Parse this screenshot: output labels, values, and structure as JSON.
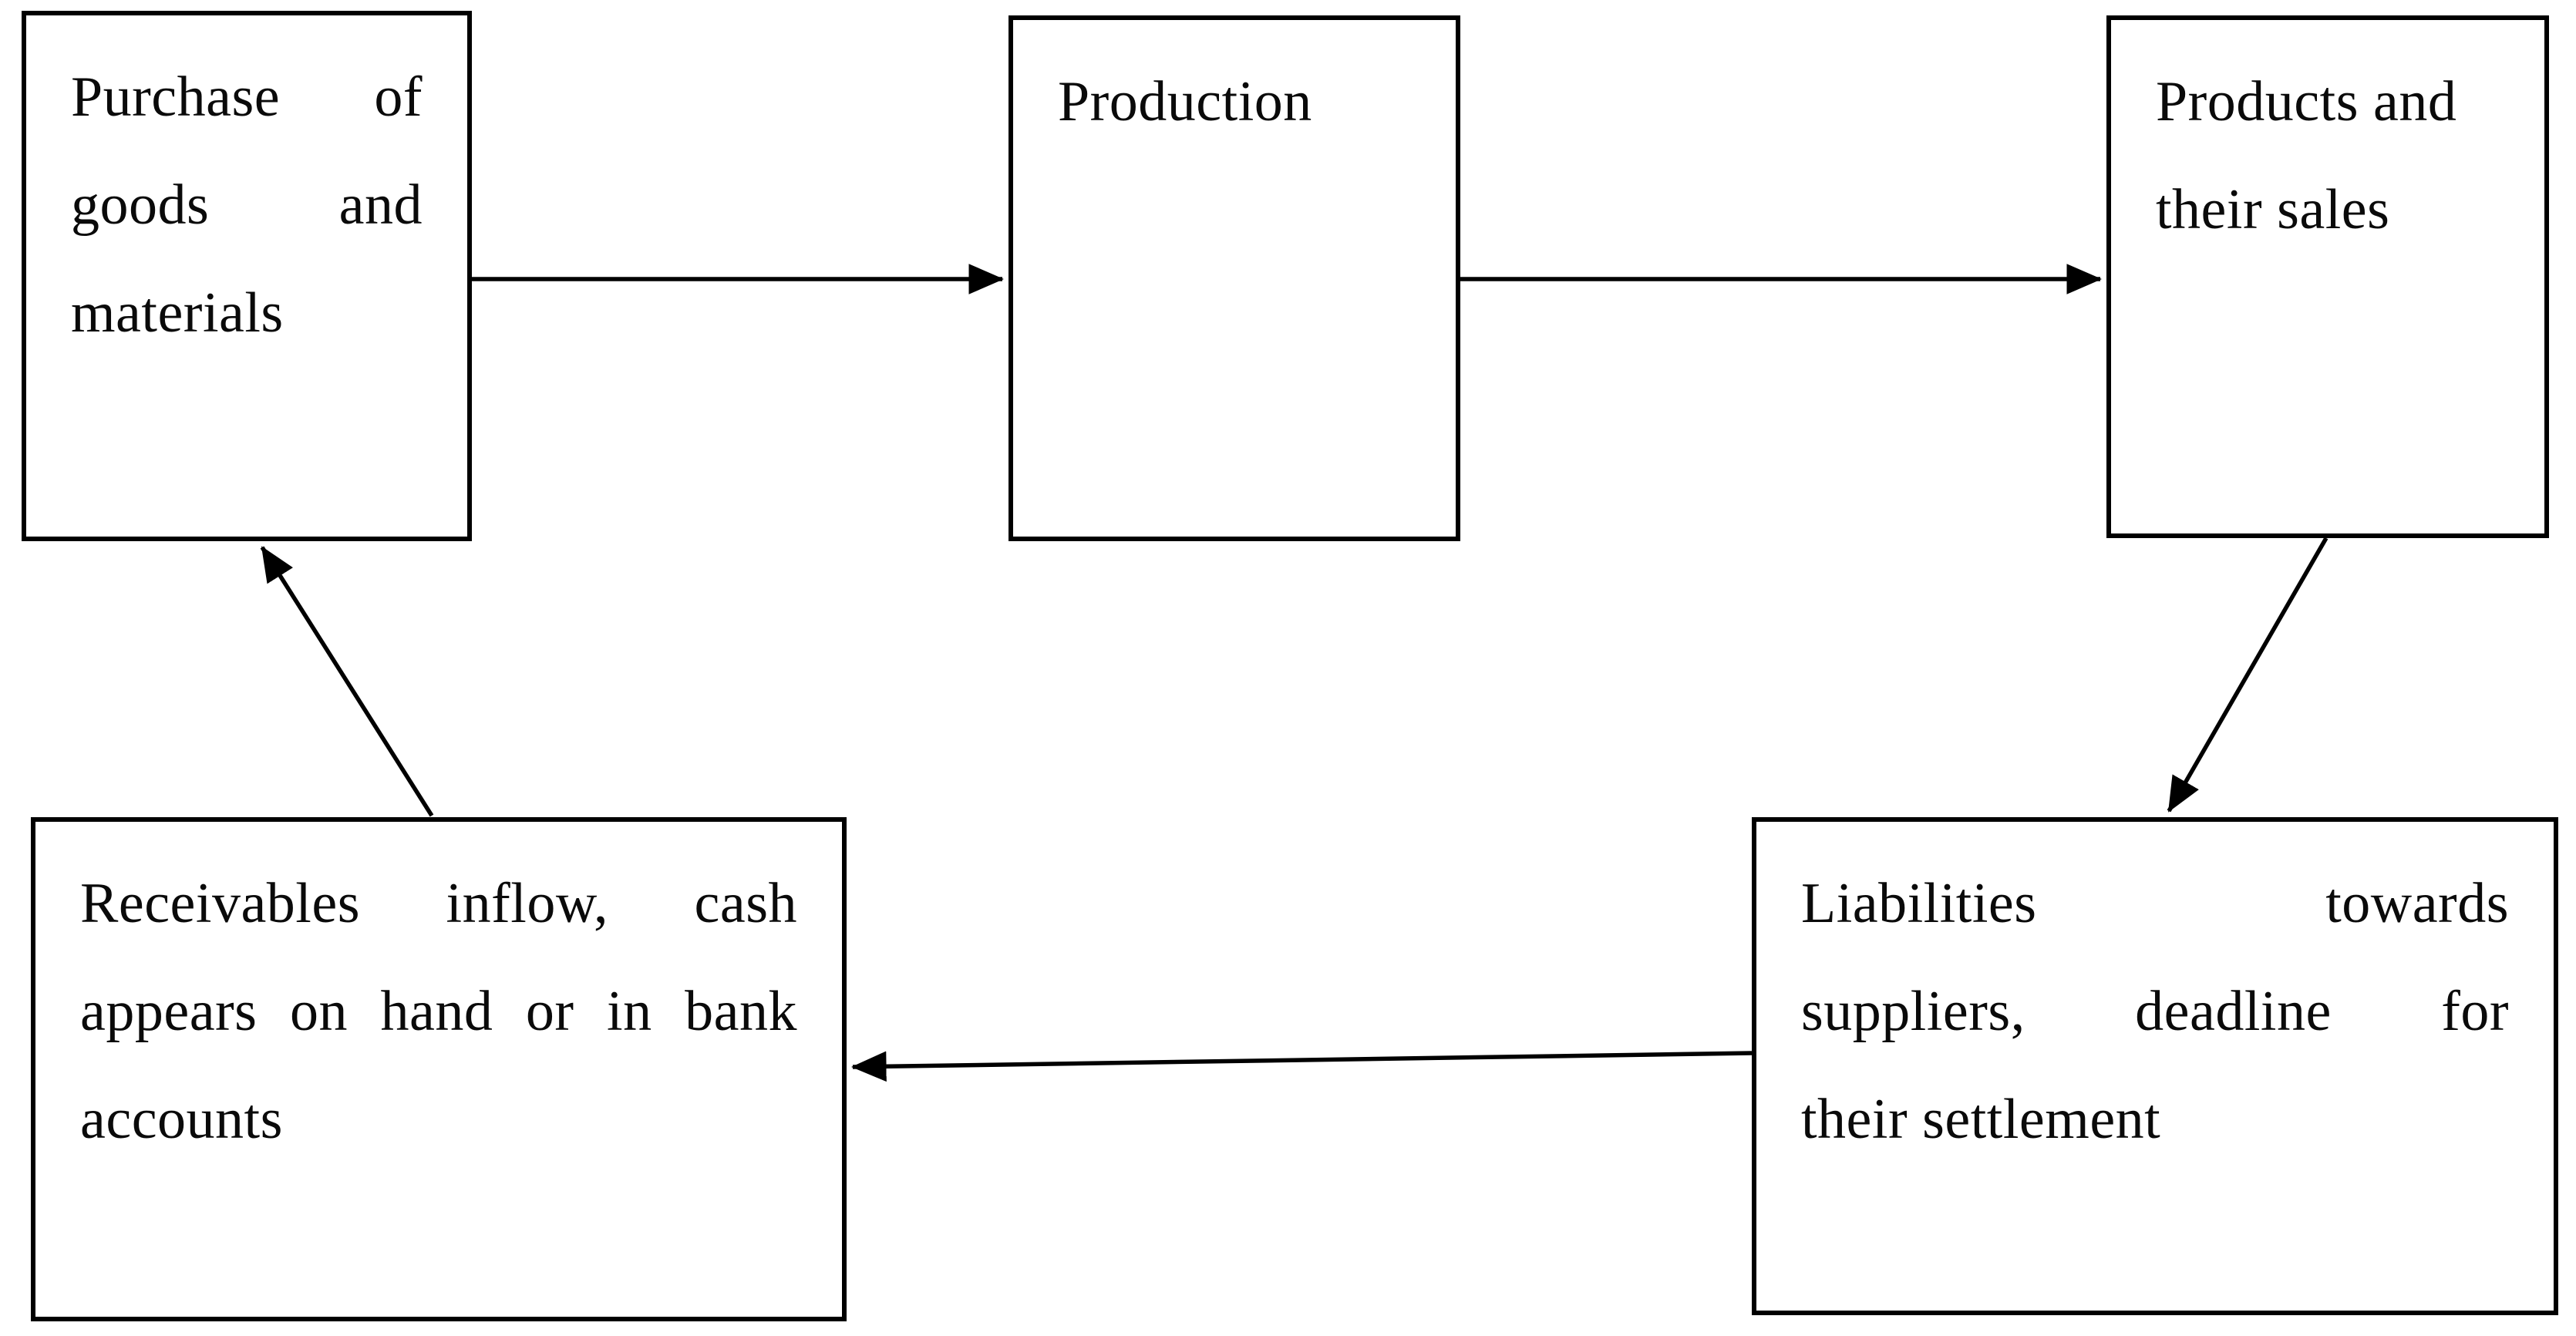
{
  "diagram": {
    "description": "Operating cycle flowchart with five boxes connected by arrows",
    "colors": {
      "background": "#ffffff",
      "border": "#000000",
      "text": "#0a0a0a",
      "arrow": "#000000"
    },
    "nodes": [
      {
        "id": "purchase",
        "label": "Purchase of goods and materials",
        "lines": [
          "Purchase of",
          "goods and",
          "materials"
        ]
      },
      {
        "id": "production",
        "label": "Production",
        "lines": [
          "Production"
        ]
      },
      {
        "id": "products",
        "label": "Products and their sales",
        "lines": [
          "Products and",
          "their sales"
        ]
      },
      {
        "id": "liabilities",
        "label": "Liabilities towards suppliers, deadline for their settlement",
        "lines": [
          "Liabilities towards",
          "suppliers, deadline for",
          "their settlement"
        ]
      },
      {
        "id": "receivables",
        "label": "Receivables inflow, cash appears on hand or in bank accounts",
        "lines": [
          "Receivables inflow, cash",
          "appears on hand or in bank",
          "accounts"
        ]
      }
    ],
    "edges": [
      {
        "from": "purchase",
        "to": "production"
      },
      {
        "from": "production",
        "to": "products"
      },
      {
        "from": "products",
        "to": "liabilities"
      },
      {
        "from": "liabilities",
        "to": "receivables"
      },
      {
        "from": "receivables",
        "to": "purchase"
      }
    ]
  }
}
